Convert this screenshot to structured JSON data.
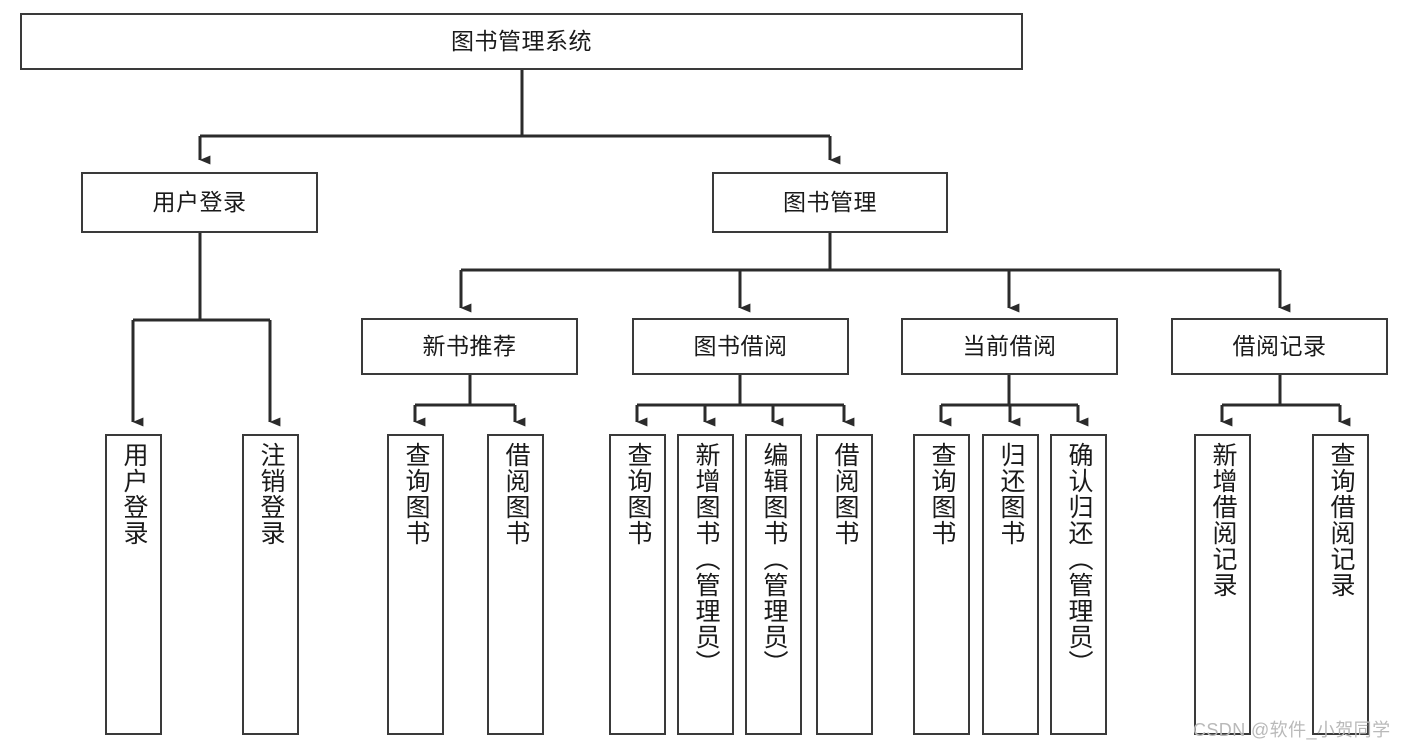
{
  "diagram": {
    "type": "tree-hierarchy",
    "title": "图书管理系统",
    "watermark": "CSDN @软件_小贺同学",
    "colors": {
      "box_border": "#3a3a3a",
      "box_fill": "#ffffff",
      "line": "#2b2b2b",
      "text": "#1a1a1a",
      "watermark": "#b9b9b9",
      "background": "#ffffff"
    },
    "root": {
      "label": "图书管理系统"
    },
    "level2": [
      {
        "label": "用户登录"
      },
      {
        "label": "图书管理"
      }
    ],
    "level3": [
      {
        "label": "新书推荐"
      },
      {
        "label": "图书借阅"
      },
      {
        "label": "当前借阅"
      },
      {
        "label": "借阅记录"
      }
    ],
    "leaves": {
      "user_login": [
        {
          "label": "用户登录"
        },
        {
          "label": "注销登录"
        }
      ],
      "new_book_recommend": [
        {
          "label": "查询图书"
        },
        {
          "label": "借阅图书"
        }
      ],
      "book_borrow": [
        {
          "label": "查询图书"
        },
        {
          "label": "新增图书（管理员）"
        },
        {
          "label": "编辑图书（管理员）"
        },
        {
          "label": "借阅图书"
        }
      ],
      "current_borrow": [
        {
          "label": "查询图书"
        },
        {
          "label": "归还图书"
        },
        {
          "label": "确认归还（管理员）"
        }
      ],
      "borrow_record": [
        {
          "label": "新增借阅记录"
        },
        {
          "label": "查询借阅记录"
        }
      ]
    }
  }
}
